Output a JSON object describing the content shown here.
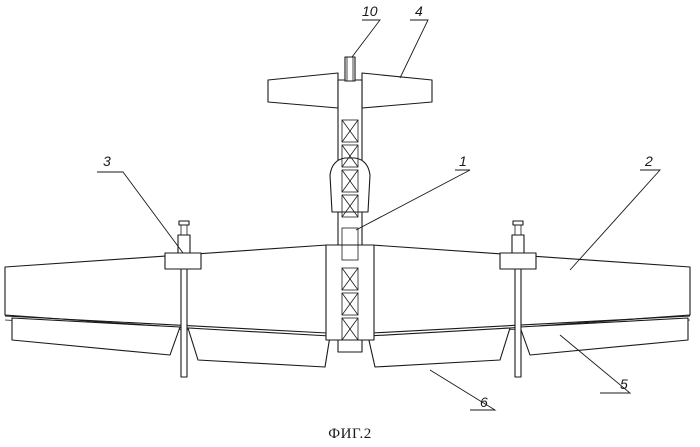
{
  "figure": {
    "caption": "ФИГ.2",
    "callouts": [
      {
        "id": "1",
        "text": "1"
      },
      {
        "id": "2",
        "text": "2"
      },
      {
        "id": "3",
        "text": "3"
      },
      {
        "id": "4",
        "text": "4"
      },
      {
        "id": "5",
        "text": "5"
      },
      {
        "id": "6",
        "text": "6"
      },
      {
        "id": "10",
        "text": "10"
      }
    ]
  }
}
